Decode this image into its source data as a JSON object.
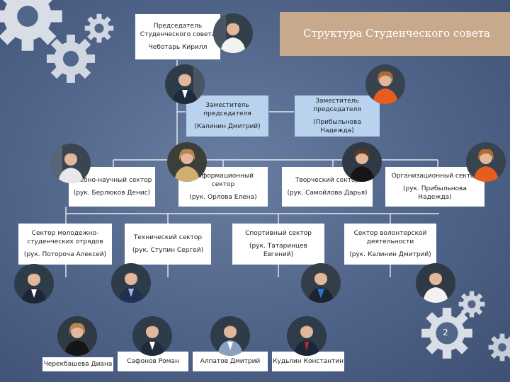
{
  "header": {
    "title": "Структура Студенческого совета"
  },
  "chairman": {
    "role_line1": "Председатель",
    "role_line2": "Студенческого совета",
    "person": "Чеботарь Кирилл"
  },
  "deputies": [
    {
      "role_line1": "Заместитель",
      "role_line2": "председателя",
      "person": "(Калинин Дмитрий)"
    },
    {
      "role_line1": "Заместитель",
      "role_line2": "председателя",
      "person": "(Прибыльнова Надежда)"
    }
  ],
  "sectors_row1": [
    {
      "title": "Учебно-научный сектор",
      "head": "(рук. Берлюков Денис)"
    },
    {
      "title": "Информационный сектор",
      "head": "(рук. Орлова Елена)"
    },
    {
      "title": "Творческий сектор",
      "head": "(рук. Самойлова Дарья)"
    },
    {
      "title": "Организационный сектор",
      "head": "(рук. Прибыльнова Надежда)"
    }
  ],
  "sectors_row2": [
    {
      "title_line1": "Сектор молодежно-",
      "title_line2": "студенческих отрядов",
      "head": "(рук. Потороча Алексей)"
    },
    {
      "title_line1": "Технический сектор",
      "title_line2": "",
      "head": "(рук. Ступин Сергей)"
    },
    {
      "title_line1": "Спортивный сектор",
      "title_line2": "",
      "head": "(рук. Татаринцев Евгений)"
    },
    {
      "title_line1": "Сектор волонтерской",
      "title_line2": "деятельности",
      "head": "(рук. Калинин Дмитрий)"
    }
  ],
  "members": [
    "Черекбашева Диана",
    "Сафонов Роман",
    "Алпатов Дмитрий",
    "Кудьлин Константин"
  ],
  "page_number": "2",
  "colors": {
    "background": "#526689",
    "banner": "#c8a98c",
    "box_blue": "#b9d2ee",
    "gear": "#e8ecf2",
    "line": "#ffffff"
  }
}
